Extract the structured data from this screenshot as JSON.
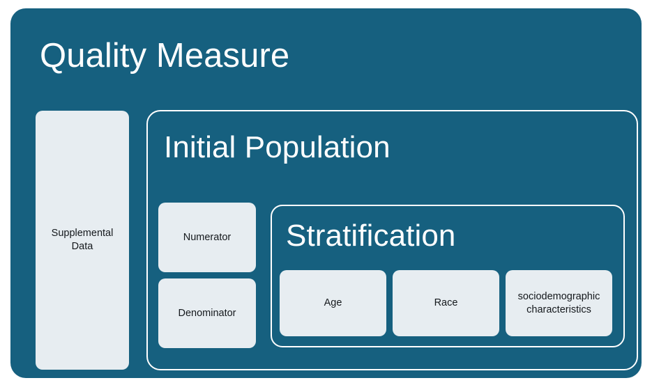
{
  "diagram": {
    "title": "Quality Measure",
    "colors": {
      "container_fill": "#16607F",
      "card_fill": "#E7EDF1",
      "outline_stroke": "#FFFFFF",
      "heading_text": "#FFFFFF",
      "card_text": "#14181C"
    },
    "supplemental": {
      "label": "Supplemental\nData"
    },
    "initial_population": {
      "title": "Initial Population",
      "measure_cards": [
        {
          "label": "Numerator"
        },
        {
          "label": "Denominator"
        }
      ],
      "stratification": {
        "title": "Stratification",
        "cards": [
          {
            "label": "Age"
          },
          {
            "label": "Race"
          },
          {
            "label": "sociodemographic\ncharacteristics"
          }
        ]
      }
    }
  }
}
